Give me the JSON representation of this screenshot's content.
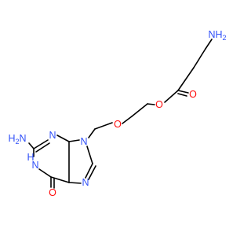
{
  "colors": {
    "bond": "#000000",
    "nitrogen": "#3050f8",
    "oxygen": "#ff0d0d",
    "background": "#ffffff"
  },
  "atoms": {
    "nh2_top": {
      "text": "NH",
      "sub": "2"
    },
    "o_ester": "O",
    "o_carbonyl": "O",
    "o_ether": "O",
    "h2n": {
      "text": "H",
      "sub": "2",
      "tail": "N"
    },
    "n3": "N",
    "n9": "N",
    "n1_h": "H",
    "n1": "N",
    "n7": "N",
    "o6": "O"
  }
}
